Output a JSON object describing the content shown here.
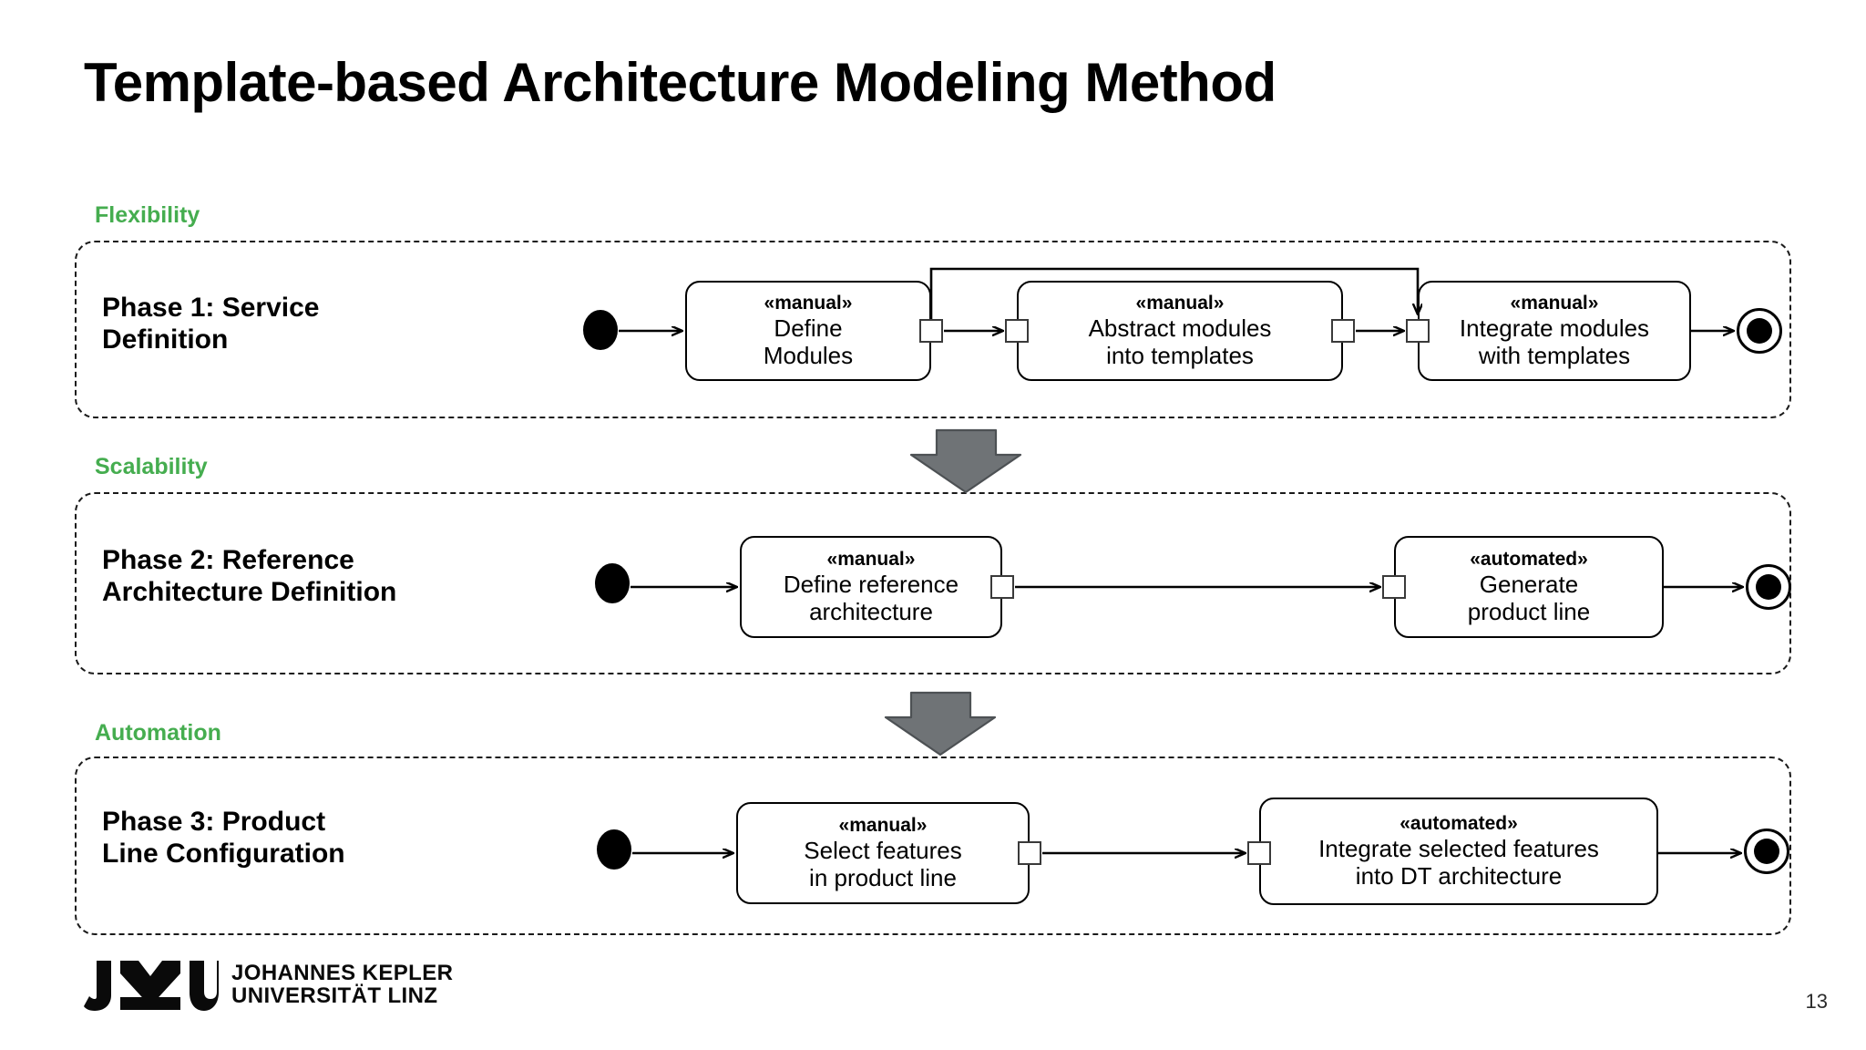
{
  "slide": {
    "title": "Template-based Architecture Modeling Method",
    "page_number": "13",
    "accent_green": "#45ad4f",
    "arrow_gray": "#6f7376"
  },
  "footer": {
    "logo_mark": "jku-logo-mark",
    "wordmark_line1": "JOHANNES KEPLER",
    "wordmark_line2": "UNIVERSITÄT LINZ"
  },
  "phases": [
    {
      "quality_label": "Flexibility",
      "title": "Phase 1: Service\nDefinition",
      "start_node": "initial-node",
      "end_node": "final-node",
      "activities": [
        {
          "stereotype": "«manual»",
          "name": "Define\nModules"
        },
        {
          "stereotype": "«manual»",
          "name": "Abstract modules\ninto templates"
        },
        {
          "stereotype": "«manual»",
          "name": "Integrate modules\nwith templates"
        }
      ]
    },
    {
      "quality_label": "Scalability",
      "title": "Phase 2: Reference\nArchitecture Definition",
      "start_node": "initial-node",
      "end_node": "final-node",
      "activities": [
        {
          "stereotype": "«manual»",
          "name": "Define reference\narchitecture"
        },
        {
          "stereotype": "«automated»",
          "name": "Generate\nproduct line"
        }
      ]
    },
    {
      "quality_label": "Automation",
      "title": "Phase 3: Product\nLine Configuration",
      "start_node": "initial-node",
      "end_node": "final-node",
      "activities": [
        {
          "stereotype": "«manual»",
          "name": "Select features\nin product line"
        },
        {
          "stereotype": "«automated»",
          "name": "Integrate selected features\ninto DT architecture"
        }
      ]
    }
  ],
  "phase_connectors": [
    {
      "label": "phase1-to-phase2-arrow"
    },
    {
      "label": "phase2-to-phase3-arrow"
    }
  ]
}
